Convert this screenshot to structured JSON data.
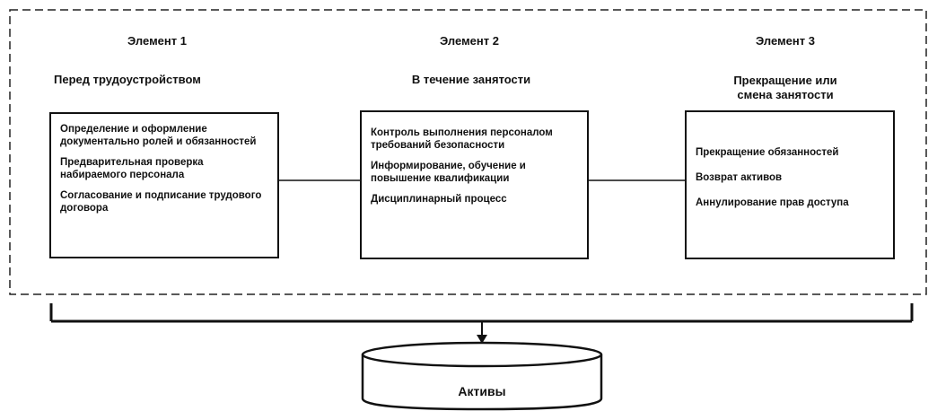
{
  "elements": [
    {
      "heading": "Элемент 1",
      "stage": "Перед трудоустройством",
      "items": [
        "Определение и оформление документально ролей и обязанностей",
        "Предварительная проверка набираемого персонала",
        "Согласование и подписание трудового договора"
      ]
    },
    {
      "heading": "Элемент 2",
      "stage": "В течение занятости",
      "items": [
        "Контроль выполнения персоналом требований безопасности",
        "Информирование, обучение и повышение квалификации",
        "Дисциплинарный процесс"
      ]
    },
    {
      "heading": "Элемент 3",
      "stage": "Прекращение или смена занятости",
      "items": [
        "Прекращение обязанностей",
        "Возврат активов",
        "Аннулирование прав доступа"
      ]
    }
  ],
  "assets": {
    "label": "Активы"
  }
}
